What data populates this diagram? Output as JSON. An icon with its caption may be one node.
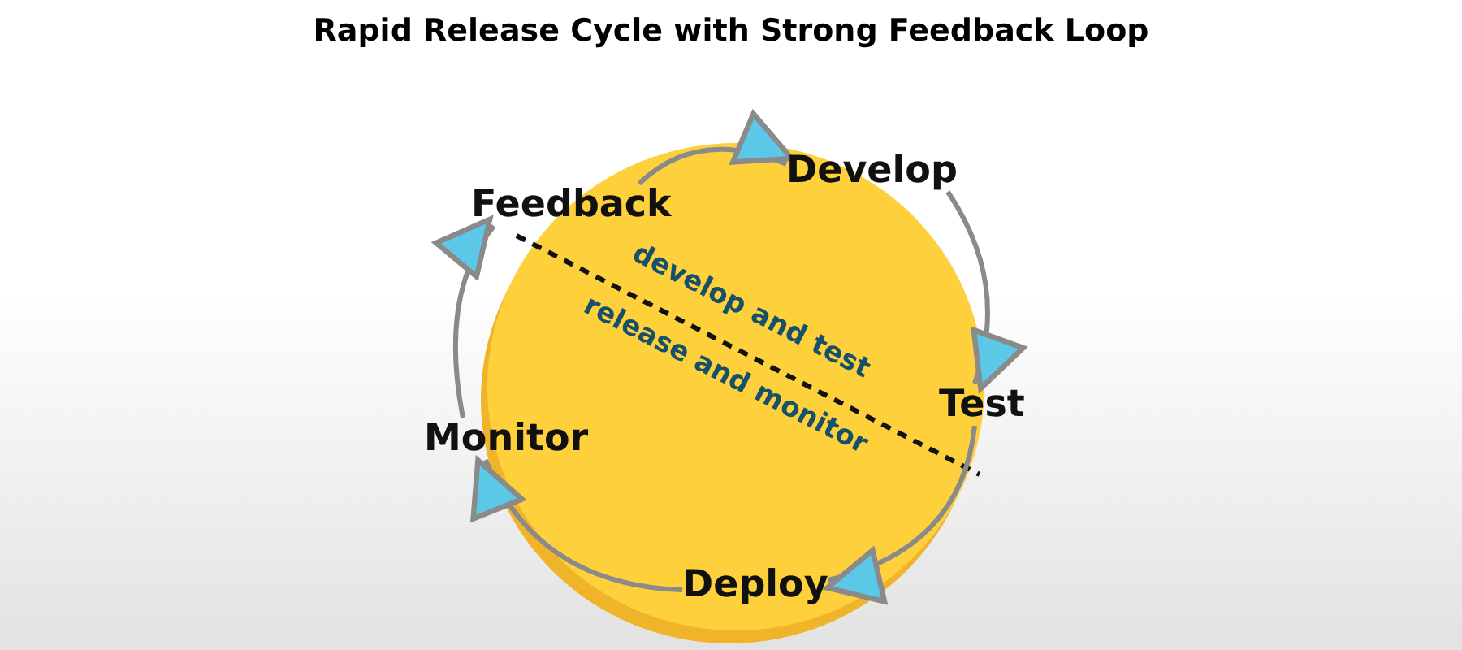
{
  "diagram": {
    "title": "Rapid Release Cycle with Strong Feedback Loop",
    "nodes": [
      {
        "text": [
          "Feedback"
        ]
      },
      {
        "text": [
          "Develop"
        ]
      },
      {
        "text": [
          "Test"
        ]
      },
      {
        "text": [
          "Deploy"
        ]
      },
      {
        "text": [
          "Monitor"
        ]
      }
    ],
    "edges": [
      {
        "from": 0,
        "to": 1,
        "arrow": "to"
      },
      {
        "from": 1,
        "to": 2,
        "arrow": "to"
      },
      {
        "from": 2,
        "to": 3,
        "arrow": "to"
      },
      {
        "from": 3,
        "to": 4,
        "arrow": "to"
      },
      {
        "from": 4,
        "to": 0,
        "arrow": "to"
      }
    ],
    "labels": [
      "develop and test",
      "release and monitor"
    ]
  }
}
